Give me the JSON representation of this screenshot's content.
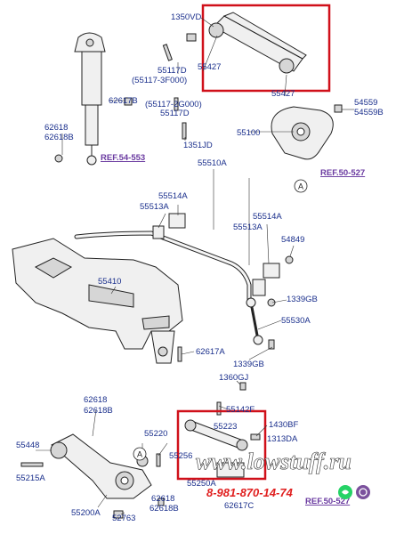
{
  "part_labels": [
    {
      "id": "p1350vd",
      "text": "1350VD"
    },
    {
      "id": "p55117d_a",
      "text": "55117D"
    },
    {
      "id": "p55117_3f000",
      "text": "(55117-3F000)"
    },
    {
      "id": "p55427_a",
      "text": "55427"
    },
    {
      "id": "p55427_b",
      "text": "55427"
    },
    {
      "id": "p62617b",
      "text": "62617B"
    },
    {
      "id": "p55117_2g000",
      "text": "(55117-2G000)"
    },
    {
      "id": "p55117d_b",
      "text": "55117D"
    },
    {
      "id": "p54559",
      "text": "54559"
    },
    {
      "id": "p54559b",
      "text": "54559B"
    },
    {
      "id": "p62618_a",
      "text": "62618"
    },
    {
      "id": "p62618b_a",
      "text": "62618B"
    },
    {
      "id": "p55100",
      "text": "55100"
    },
    {
      "id": "p1351jd",
      "text": "1351JD"
    },
    {
      "id": "p55510a",
      "text": "55510A"
    },
    {
      "id": "p55514a_a",
      "text": "55514A"
    },
    {
      "id": "p55513a_a",
      "text": "55513A"
    },
    {
      "id": "p55514a_b",
      "text": "55514A"
    },
    {
      "id": "p55513a_b",
      "text": "55513A"
    },
    {
      "id": "p54849",
      "text": "54849"
    },
    {
      "id": "p55410",
      "text": "55410"
    },
    {
      "id": "p1339gb_a",
      "text": "1339GB"
    },
    {
      "id": "p55530a",
      "text": "55530A"
    },
    {
      "id": "p62617a",
      "text": "62617A"
    },
    {
      "id": "p1339gb_b",
      "text": "1339GB"
    },
    {
      "id": "p1360gj",
      "text": "1360GJ"
    },
    {
      "id": "p62618_b",
      "text": "62618"
    },
    {
      "id": "p62618b_b",
      "text": "62618B"
    },
    {
      "id": "p55142f",
      "text": "55142F"
    },
    {
      "id": "p1430bf",
      "text": "1430BF"
    },
    {
      "id": "p55448",
      "text": "55448"
    },
    {
      "id": "p55220",
      "text": "55220"
    },
    {
      "id": "p55223",
      "text": "55223"
    },
    {
      "id": "p1313da",
      "text": "1313DA"
    },
    {
      "id": "p55215a",
      "text": "55215A"
    },
    {
      "id": "p55256",
      "text": "55256"
    },
    {
      "id": "p55250a",
      "text": "55250A"
    },
    {
      "id": "p62618_c",
      "text": "62618"
    },
    {
      "id": "p62618b_c",
      "text": "62618B"
    },
    {
      "id": "p55200a",
      "text": "55200A"
    },
    {
      "id": "p52763",
      "text": "52763"
    },
    {
      "id": "p62617c",
      "text": "62617C"
    }
  ],
  "references": [
    {
      "id": "ref54553",
      "text": "REF.54-553"
    },
    {
      "id": "ref50527_a",
      "text": "REF.50-527"
    },
    {
      "id": "ref50527_b",
      "text": "REF.50-527"
    }
  ],
  "markers": {
    "a_top": "A",
    "a_bottom": "A"
  },
  "watermark": {
    "site": "www.lowstuff.ru",
    "phone": "8-981-870-14-74"
  },
  "colors": {
    "label": "#1a2f8c",
    "reference": "#6a3aa0",
    "highlight": "#d0101a",
    "phone": "#e01f1f",
    "whatsapp": "#25d366",
    "viber": "#7b519d"
  }
}
